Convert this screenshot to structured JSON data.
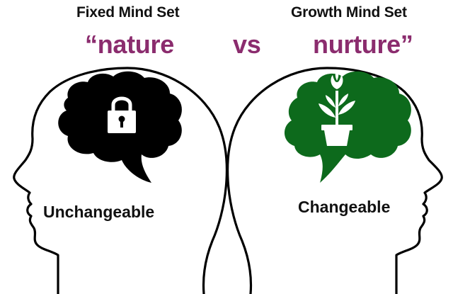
{
  "headings": {
    "left": "Fixed Mind Set",
    "right": "Growth Mind Set"
  },
  "comparison": {
    "left_word": "“nature",
    "middle_word": "vs",
    "right_word": "nurture”"
  },
  "labels": {
    "left": "Unchangeable",
    "right": "Changeable"
  },
  "colors": {
    "accent": "#8b2c6e",
    "fixed_brain": "#000000",
    "growth_brain": "#0d6a1c",
    "outline": "#000000",
    "icon": "#ffffff"
  },
  "icons": {
    "left": "padlock-icon",
    "right": "potted-flower-icon"
  }
}
